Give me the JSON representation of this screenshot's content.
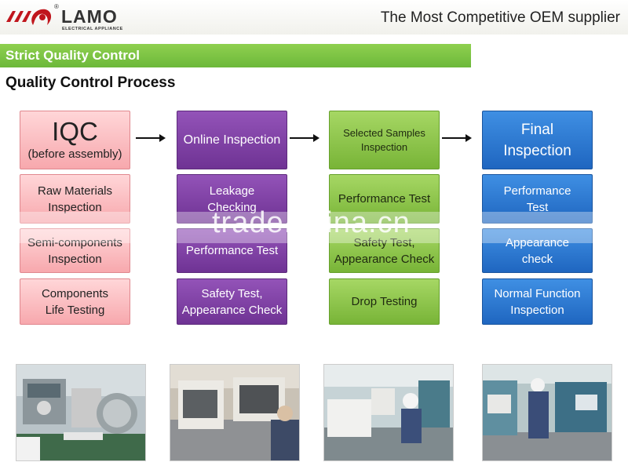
{
  "header": {
    "logo_name": "LAMO",
    "logo_sub": "ELECTRICAL APPLIANCE",
    "logo_reg": "®",
    "tagline": "The Most Competitive OEM supplier"
  },
  "banner": {
    "title": "Strict Quality Control"
  },
  "subtitle": "Quality Control Process",
  "columns": [
    {
      "head_big": "IQC",
      "head_small": "(before assembly)",
      "items": [
        "Raw Materials Inspection",
        "Semi-components Inspection",
        "Components Life Testing"
      ]
    },
    {
      "head": "Online Inspection",
      "items": [
        "Leakage Checking",
        "Performance Test",
        "Safety Test, Appearance Check"
      ]
    },
    {
      "head": "Selected  Samples Inspection",
      "items": [
        "Performance Test",
        "Safety Test, Appearance Check",
        "Drop Testing"
      ]
    },
    {
      "head": "Final Inspection",
      "items": [
        "Performance Test",
        "Appearance check",
        "Normal Function Inspection"
      ]
    }
  ],
  "watermark": "trade.china.cn",
  "photos": [
    "lab-testing-photo",
    "assembly-line-photo",
    "inspection-photo",
    "final-test-photo"
  ],
  "colors": {
    "banner_green": "#7cc444",
    "iqc_pink": "#f7a8ad",
    "online_purple": "#7a3aa0",
    "samples_lime": "#8cc34a",
    "final_blue": "#2a75d0"
  }
}
